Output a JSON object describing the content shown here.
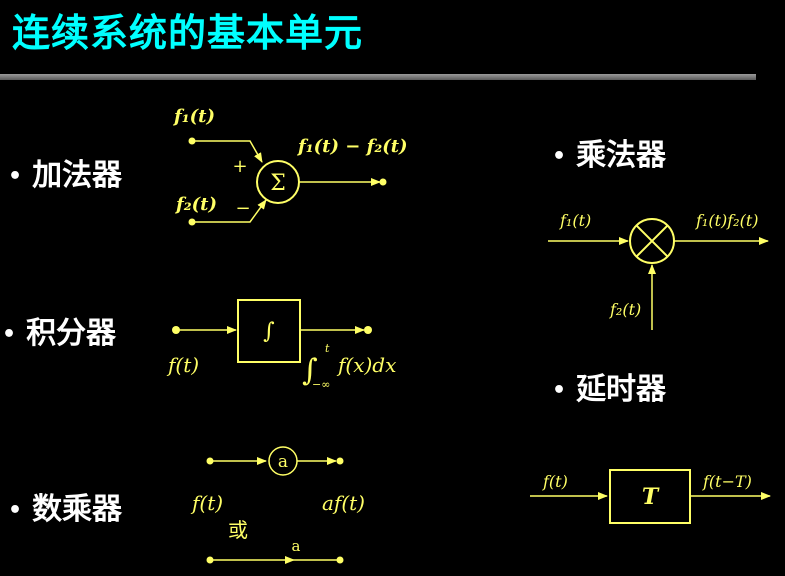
{
  "title": "连续系统的基本单元",
  "bullets": {
    "adder": "加法器",
    "integrator": "积分器",
    "scalar": "数乘器",
    "multiplier": "乘法器",
    "delay": "延时器"
  },
  "adder": {
    "in1": "f₁(t)",
    "in2": "f₂(t)",
    "out": "f₁(t) − f₂(t)",
    "sum_symbol": "Σ",
    "plus": "+",
    "minus": "−"
  },
  "integrator": {
    "block_symbol": "∫",
    "input": "f(t)",
    "output_upper": "t",
    "output_lower": "−∞",
    "output_expr": "f(x)dx"
  },
  "scalar": {
    "gain_circle": "a",
    "input": "f(t)",
    "output": "af(t)",
    "or_text": "或",
    "gain_line": "a"
  },
  "multiplier": {
    "in1": "f₁(t)",
    "in2": "f₂(t)",
    "out": "f₁(t)f₂(t)"
  },
  "delay": {
    "block_label": "T",
    "input": "f(t)",
    "output": "f(t−T)"
  },
  "colors": {
    "title": "#00ffff",
    "diagram": "#ffff66",
    "bullet_text": "#ffffff",
    "background": "#000000"
  }
}
